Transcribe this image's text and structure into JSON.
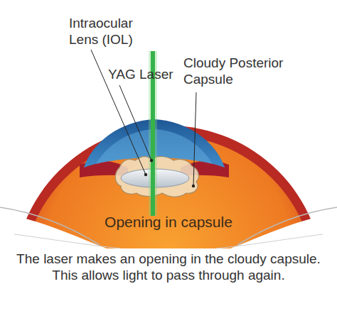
{
  "diagram": {
    "caption": "The laser makes an opening in the cloudy capsule. This allows light to pass through again.",
    "labels": [
      "Intraocular Lens (IOL)",
      "YAG Laser",
      "Cloudy Posterior Capsule",
      "Opening in capsule"
    ]
  }
}
